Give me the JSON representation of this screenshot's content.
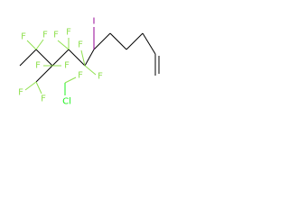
{
  "molecule": {
    "atoms": {
      "iodine": "I",
      "fluorine": "F",
      "chlorine": "Cl"
    },
    "colors": {
      "bond": "#000000",
      "iodine": "#940094",
      "fluorine": "#90e050",
      "chlorine": "#1ff01f",
      "background": "#ffffff"
    }
  }
}
